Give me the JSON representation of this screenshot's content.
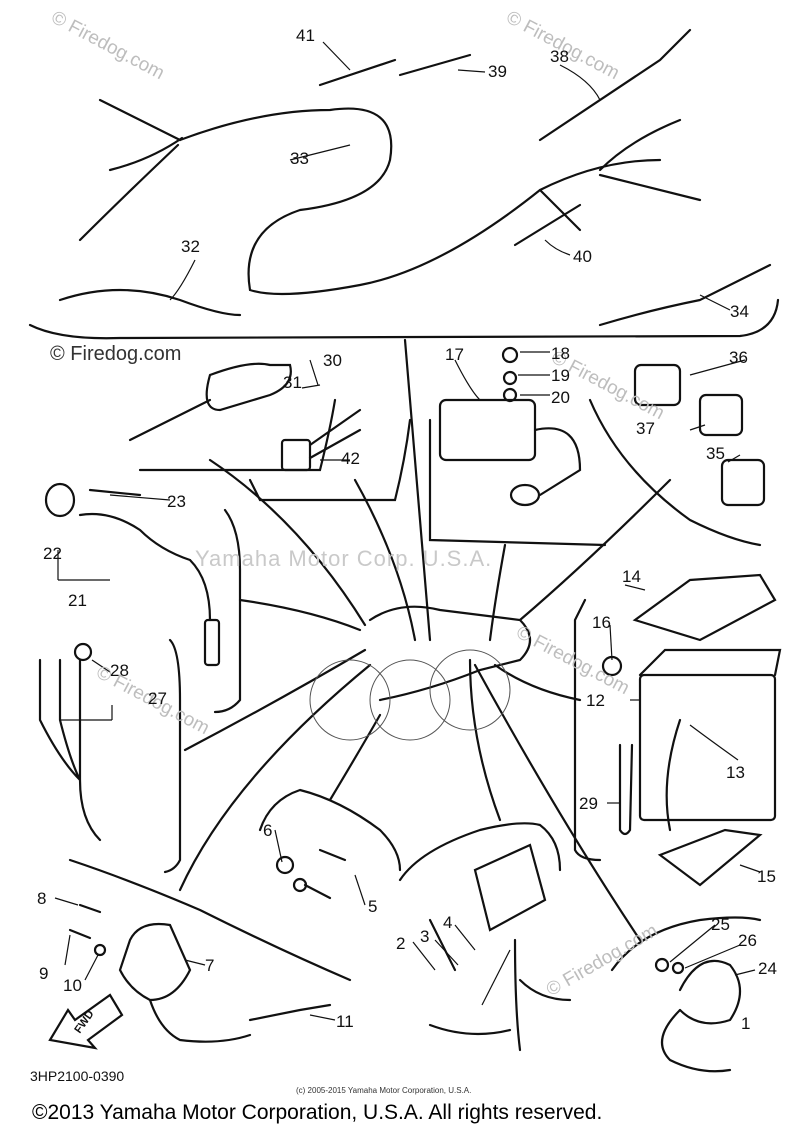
{
  "watermark": {
    "firedog": "© Firedog.com",
    "yamaha": "Yamaha Motor Corp. U.S.A."
  },
  "part_numbers": [
    "1",
    "2",
    "3",
    "4",
    "5",
    "6",
    "7",
    "8",
    "9",
    "10",
    "11",
    "12",
    "13",
    "14",
    "15",
    "16",
    "17",
    "18",
    "19",
    "20",
    "21",
    "22",
    "23",
    "24",
    "25",
    "26",
    "27",
    "28",
    "29",
    "30",
    "31",
    "32",
    "33",
    "34",
    "35",
    "36",
    "37",
    "38",
    "39",
    "40",
    "41",
    "42"
  ],
  "diagram_code": "3HP2100-0390",
  "small_copyright": "(c) 2005-2015 Yamaha Motor Corporation, U.S.A.",
  "copyright": "©2013 Yamaha Motor Corporation, U.S.A. All rights reserved.",
  "fwd_label": "FWD"
}
